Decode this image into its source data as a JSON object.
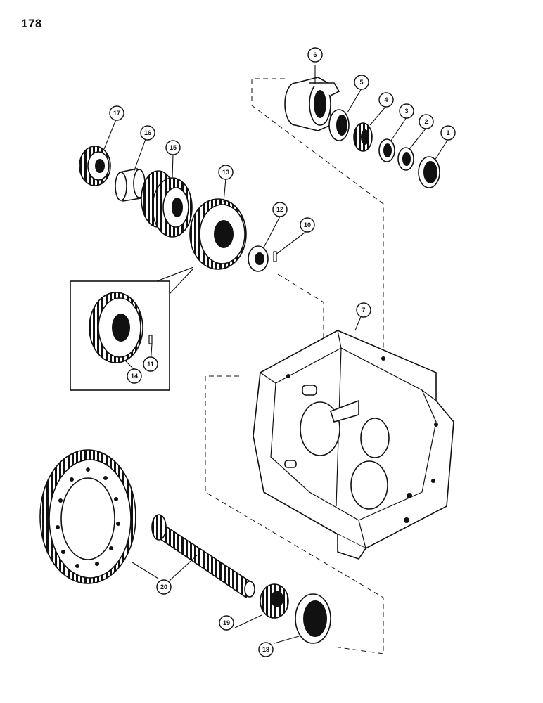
{
  "page": {
    "number": "178"
  },
  "callouts": [
    "1",
    "2",
    "3",
    "4",
    "5",
    "6",
    "7",
    "10",
    "11",
    "12",
    "13",
    "14",
    "15",
    "16",
    "17",
    "18",
    "19",
    "20"
  ],
  "colors": {
    "ink": "#111111",
    "paper": "#ffffff"
  }
}
